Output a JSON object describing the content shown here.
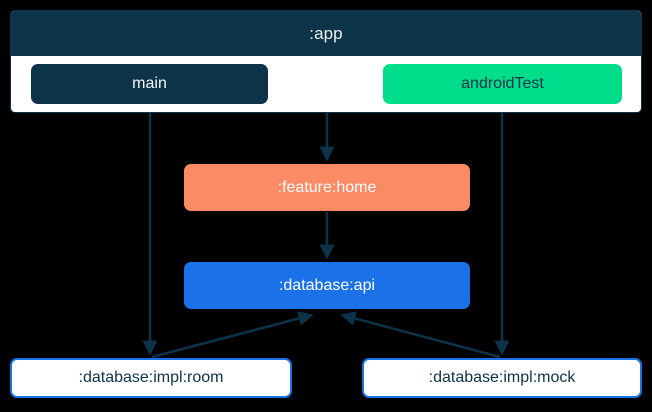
{
  "diagram": {
    "type": "dependency-graph",
    "background_color": "#000000",
    "edge_color": "#0d3349",
    "subgraph": {
      "title": ":app",
      "header_color": "#0d3349",
      "body_color": "#ffffff",
      "title_color": "#eceff1"
    },
    "nodes": [
      {
        "id": "main",
        "label": "main",
        "fill": "#0d3349",
        "text_color": "#f4f7f8",
        "border": "none",
        "group": ":app"
      },
      {
        "id": "androidTest",
        "label": "androidTest",
        "fill": "#00de8c",
        "text_color": "#0d3349",
        "border": "none",
        "group": ":app"
      },
      {
        "id": "feature-home",
        "label": ":feature:home",
        "fill": "#fc8a65",
        "text_color": "#ffffff",
        "border": "none",
        "group": "root"
      },
      {
        "id": "database-api",
        "label": ":database:api",
        "fill": "#1b72e8",
        "text_color": "#ffffff",
        "border": "none",
        "group": "root"
      },
      {
        "id": "database-impl-room",
        "label": ":database:impl:room",
        "fill": "#ffffff",
        "text_color": "#0d3349",
        "border": "#1b72e8",
        "group": "root"
      },
      {
        "id": "database-impl-mock",
        "label": ":database:impl:mock",
        "fill": "#ffffff",
        "text_color": "#0d3349",
        "border": "#1b72e8",
        "group": "root"
      }
    ],
    "edges": [
      {
        "from": "main",
        "to": "feature-home"
      },
      {
        "from": "main",
        "to": "database-impl-room"
      },
      {
        "from": "androidTest",
        "to": "database-impl-mock"
      },
      {
        "from": "feature-home",
        "to": "database-api"
      },
      {
        "from": "database-impl-room",
        "to": "database-api"
      },
      {
        "from": "database-impl-mock",
        "to": "database-api"
      }
    ]
  }
}
